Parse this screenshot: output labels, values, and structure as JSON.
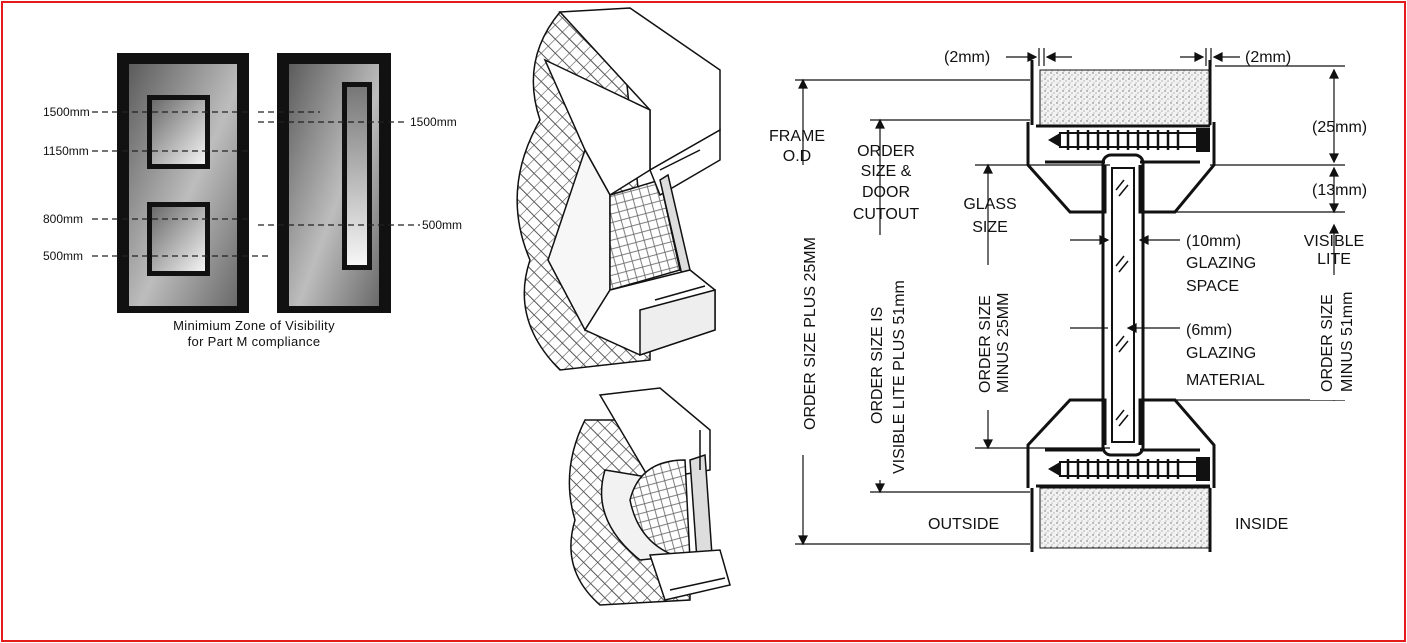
{
  "door_diagram": {
    "levels": {
      "l1500": "1500mm",
      "l1150": "1150mm",
      "l800": "800mm",
      "l500": "500mm",
      "r1500": "1500mm",
      "r500": "500mm"
    },
    "caption_line1": "Minimium Zone of Visibility",
    "caption_line2": "for Part M compliance"
  },
  "section_diagram": {
    "top_left_gap": "(2mm)",
    "top_right_gap": "(2mm)",
    "dim_25mm": "(25mm)",
    "dim_13mm": "(13mm)",
    "frame_od_1": "FRAME",
    "frame_od_2": "O.D",
    "order_size_1": "ORDER",
    "order_size_2": "SIZE &",
    "order_size_3": "DOOR",
    "order_size_4": "CUTOUT",
    "glass_size_1": "GLASS",
    "glass_size_2": "SIZE",
    "glazing_space_dim": "(10mm)",
    "glazing_space_1": "GLAZING",
    "glazing_space_2": "SPACE",
    "glazing_material_dim": "(6mm)",
    "glazing_material_1": "GLAZING",
    "glazing_material_2": "MATERIAL",
    "visible_lite_1": "VISIBLE",
    "visible_lite_2": "LITE",
    "vert_order_plus": "ORDER SIZE PLUS 25MM",
    "vert_order_is_1": "ORDER SIZE IS",
    "vert_order_is_2": "VISIBLE LITE PLUS 51mm",
    "vert_order_minus25_1": "ORDER SIZE",
    "vert_order_minus25_2": "MINUS 25MM",
    "vert_order_minus51_1": "ORDER SIZE",
    "vert_order_minus51_2": "MINUS 51mm",
    "outside": "OUTSIDE",
    "inside": "INSIDE"
  },
  "colors": {
    "frame_border": "#e31b1b",
    "door_dark": "#111111",
    "door_gray": "#7a7a7a"
  }
}
